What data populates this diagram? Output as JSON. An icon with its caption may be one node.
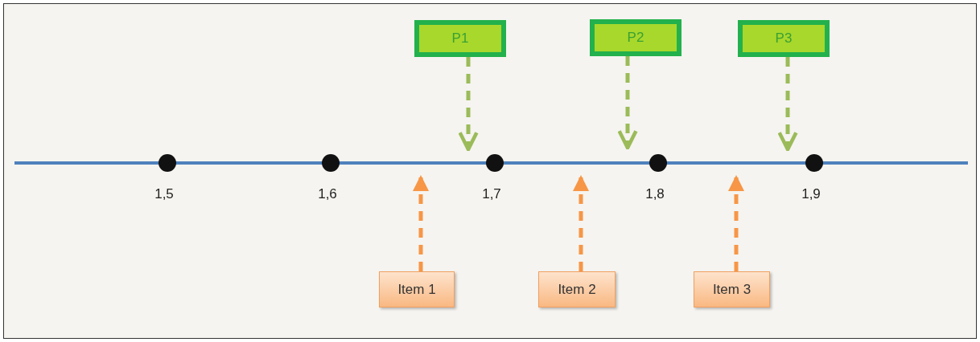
{
  "diagram": {
    "nodes": [
      {
        "text": [
          "P1"
        ]
      },
      {
        "text": [
          "P2"
        ]
      },
      {
        "text": [
          "P3"
        ]
      },
      {
        "text": [
          "Item 1"
        ]
      },
      {
        "text": [
          "Item 2"
        ]
      },
      {
        "text": [
          "Item 3"
        ]
      }
    ],
    "edges": [
      {
        "from": 0,
        "to": null,
        "arrow": "to",
        "style": "dashed",
        "color": "#9bbb59"
      },
      {
        "from": 1,
        "to": null,
        "arrow": "to",
        "style": "dashed",
        "color": "#9bbb59"
      },
      {
        "from": 2,
        "to": null,
        "arrow": "to",
        "style": "dashed",
        "color": "#9bbb59"
      },
      {
        "from": 3,
        "to": null,
        "arrow": "to",
        "style": "dashed",
        "color": "#f79646"
      },
      {
        "from": 4,
        "to": null,
        "arrow": "to",
        "style": "dashed",
        "color": "#f79646"
      },
      {
        "from": 5,
        "to": null,
        "arrow": "to",
        "style": "dashed",
        "color": "#f79646"
      }
    ],
    "labels": [
      "1,5",
      "1,6",
      "1,7",
      "1,8",
      "1,9"
    ]
  }
}
